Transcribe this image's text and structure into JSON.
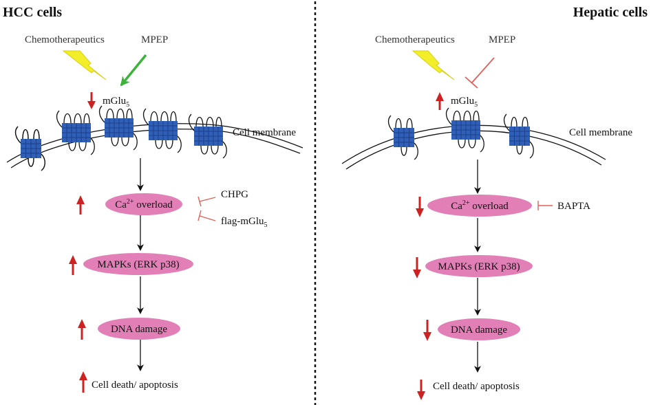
{
  "panels": {
    "left_title": "HCC cells",
    "right_title": "Hepatic cells"
  },
  "left": {
    "chemo": "Chemotherapeutics",
    "mpep": "MPEP",
    "receptor_main": "mGlu",
    "receptor_sub": "5",
    "membrane": "Cell membrane",
    "ca_main": "Ca",
    "ca_sup": "2+",
    "ca_rest": " overload",
    "chpg": "CHPG",
    "flag_main": "flag-mGlu",
    "flag_sub": "5",
    "mapk": "MAPKs (ERK  p38)",
    "dna": "DNA damage",
    "death": "Cell death/ apoptosis"
  },
  "right": {
    "chemo": "Chemotherapeutics",
    "mpep": "MPEP",
    "receptor_main": "mGlu",
    "receptor_sub": "5",
    "membrane": "Cell membrane",
    "ca_main": "Ca",
    "ca_sup": "2+",
    "ca_rest": " overload",
    "bapta": "BAPTA",
    "mapk": "MAPKs (ERK  p38)",
    "dna": "DNA damage",
    "death": "Cell death/ apoptosis"
  },
  "colors": {
    "node_fill": "#e27fb6",
    "receptor_blue": "#2f5fb6",
    "up_down_arrow": "#cc2222",
    "inhibit": "#e0605a",
    "activate_arrow": "#3bb33b",
    "lightning": "#f2ee2a"
  }
}
